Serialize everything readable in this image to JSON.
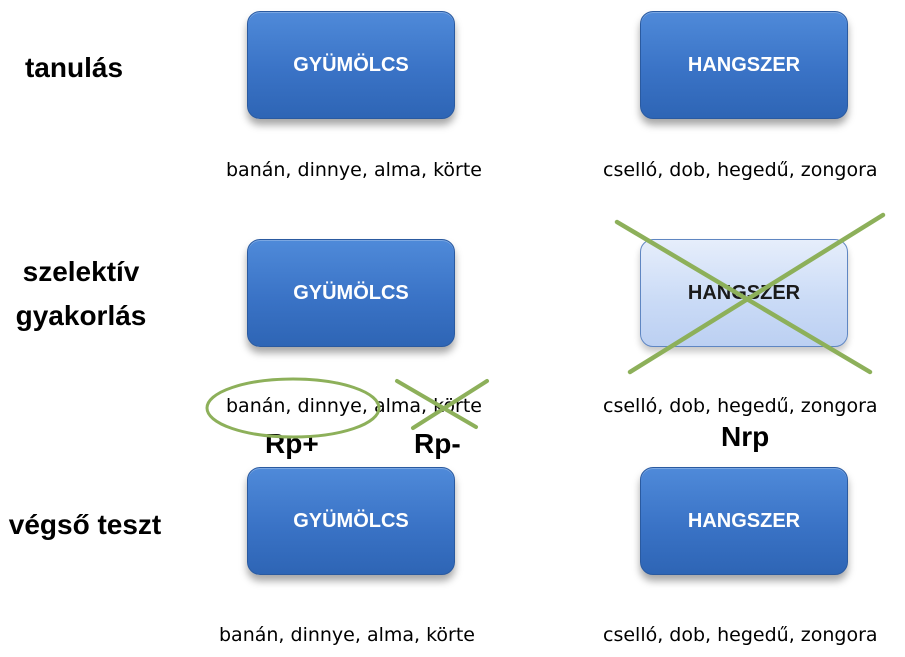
{
  "rows": [
    {
      "label": "tanulás",
      "left_box": "GYÜMÖLCS",
      "right_box": "HANGSZER",
      "left_items": "banán, dinnye, alma, körte",
      "right_items": "cselló, dob, hegedű, zongora"
    },
    {
      "label_line1": "szelektív",
      "label_line2": "gyakorlás",
      "left_box": "GYÜMÖLCS",
      "right_box": "HANGSZER",
      "left_items": "banán, dinnye, alma, körte",
      "right_items": "cselló, dob, hegedű, zongora",
      "tags": {
        "rp_plus": "Rp+",
        "rp_minus": "Rp-",
        "nrp": "Nrp"
      }
    },
    {
      "label": "végső teszt",
      "left_box": "GYÜMÖLCS",
      "right_box": "HANGSZER",
      "left_items": "banán, dinnye, alma, körte",
      "right_items": "cselló, dob, hegedű, zongora"
    }
  ],
  "colors": {
    "box_blue": "#3a73c6",
    "box_faded": "#c9daf6",
    "cross_green": "#8db05a",
    "ellipse_green": "#8db05a"
  }
}
